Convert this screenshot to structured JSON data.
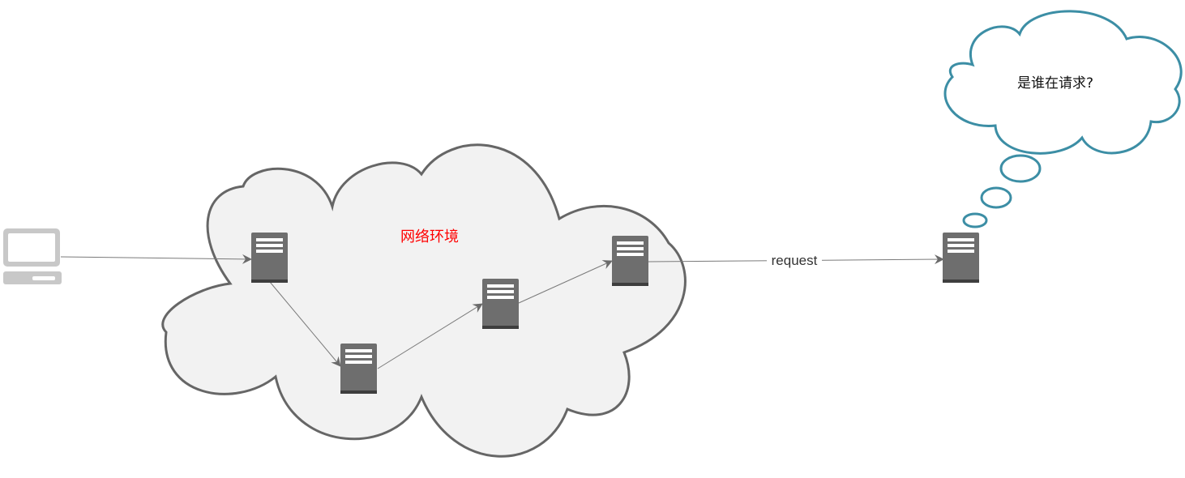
{
  "network": {
    "label": "网络环境",
    "label_color": "#ff0000",
    "cloud_fill": "#f2f2f2",
    "cloud_stroke": "#666666"
  },
  "request_edge": {
    "label": "request"
  },
  "thought": {
    "text": "是谁在请求?",
    "stroke": "#3c8ea5"
  },
  "nodes": {
    "client": {
      "icon": "laptop-icon"
    },
    "relays": [
      {
        "icon": "server-icon"
      },
      {
        "icon": "server-icon"
      },
      {
        "icon": "server-icon"
      },
      {
        "icon": "server-icon"
      }
    ],
    "target": {
      "icon": "server-icon"
    }
  },
  "colors": {
    "server": "#6e6e6e",
    "server_slot": "#ffffff",
    "laptop": "#c8c8c8",
    "edge": "#7a7a7a",
    "arrowhead": "#6a6a6a"
  }
}
